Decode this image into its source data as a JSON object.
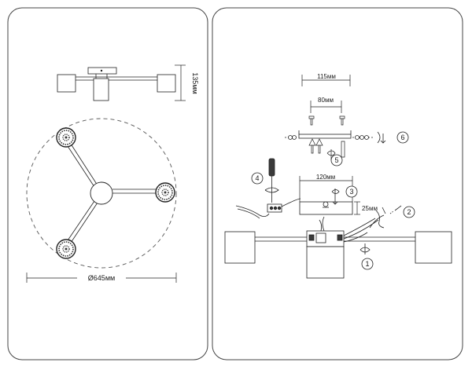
{
  "colors": {
    "panel_border": "#444444",
    "line": "#222222",
    "dashed": "#555555",
    "shade_dark": "#3a3a3a"
  },
  "left_panel": {
    "dim_height": "135мм",
    "dim_diameter": "Ø645мм"
  },
  "right_panel": {
    "dim_top": "115мм",
    "dim_second": "80мм",
    "dim_plate": "120мм",
    "dim_depth": "25мм",
    "steps": [
      "1",
      "2",
      "3",
      "4",
      "5",
      "6"
    ]
  }
}
